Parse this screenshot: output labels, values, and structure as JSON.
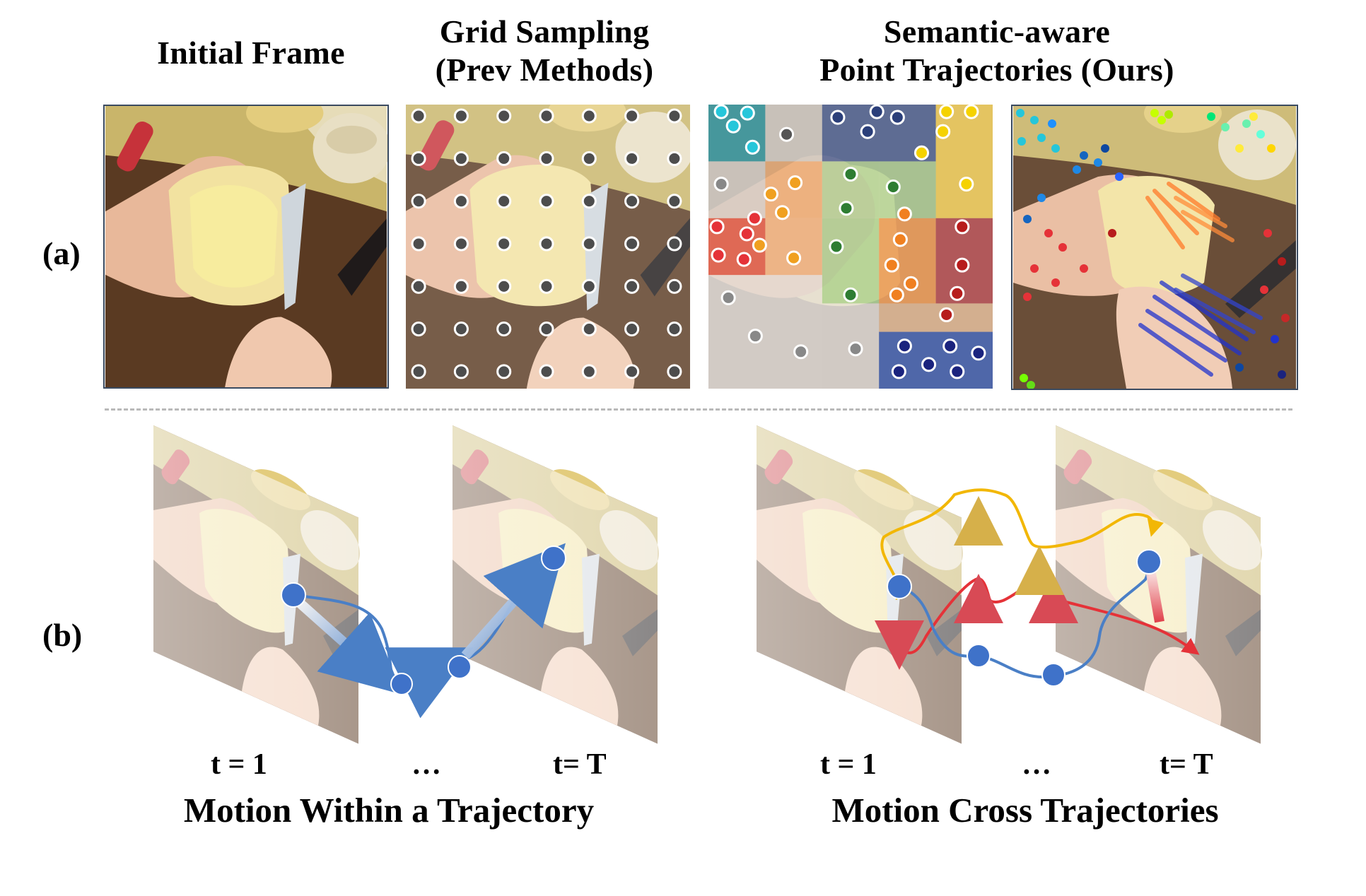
{
  "headers": {
    "initial_frame": "Initial Frame",
    "grid_sampling_line1": "Grid Sampling",
    "grid_sampling_line2": "(Prev Methods)",
    "semantic_line1": "Semantic-aware",
    "semantic_line2": "Point Trajectories (Ours)"
  },
  "row_labels": {
    "a": "(a)",
    "b": "(b)"
  },
  "captions": {
    "within": "Motion Within a Trajectory",
    "cross": "Motion Cross Trajectories"
  },
  "time_labels": {
    "left_start": "t = 1",
    "left_mid": "…",
    "left_end": "t= T",
    "right_start": "t = 1",
    "right_mid": "…",
    "right_end": "t= T"
  },
  "colors": {
    "trajectory_blue": "#4a7fc6",
    "trajectory_yellow": "#f2b705",
    "trajectory_red": "#e53238",
    "point_blue": "#3f72c9",
    "grid_point": "#4d4d4d",
    "region_teal": "#2f8f96",
    "region_navy": "#3a4f86",
    "region_yellow": "#f0c53a",
    "region_orange": "#e58a3c",
    "region_green": "#8cbf6e",
    "region_red": "#d94b36",
    "region_darkred": "#a8343a",
    "region_blue": "#3957a6"
  },
  "images": {
    "scene": "bread-spreading-scene-image",
    "grid_overlay": "grid-sampled-points",
    "semantic_overlay": "semantic-region-points",
    "trajectory_overlay": "point-trajectories-overlay"
  }
}
